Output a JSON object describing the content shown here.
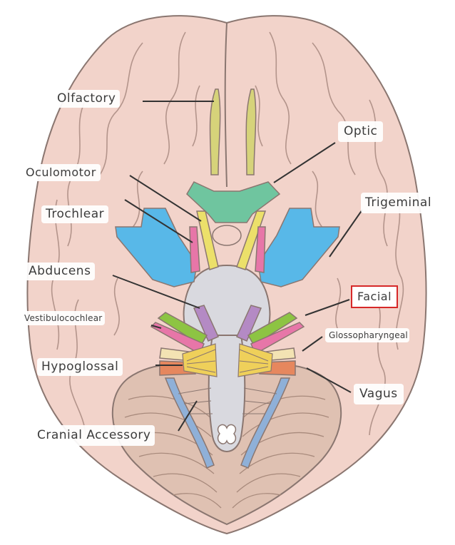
{
  "labels": {
    "olfactory": "Olfactory",
    "optic": "Optic",
    "oculomotor": "Oculomotor",
    "trochlear": "Trochlear",
    "trigeminal": "Trigeminal",
    "abducens": "Abducens",
    "facial": "Facial",
    "vestibulocochlear": "Vestibulocochlear",
    "glossopharyngeal": "Glossopharyngeal",
    "hypoglossal": "Hypoglossal",
    "vagus": "Vagus",
    "cranial_accessory": "Cranial Accessory"
  },
  "highlighted_label": "facial",
  "colors": {
    "brain": "#f2d3ca",
    "brain_outline": "#8a7670",
    "cerebellum": "#dfc1b2",
    "brainstem": "#d9d9df",
    "olfactory_nerve": "#d6d37a",
    "optic_chiasm": "#6fc59f",
    "trigeminal_nerve": "#58b8e8",
    "oculomotor_nerve": "#ece06a",
    "trochlear_abducens_nerve": "#b48ac4",
    "facial_nerve": "#8dc443",
    "vestibulocochlear_nerve": "#e776a8",
    "glossopharyngeal_nerve": "#f3e3b3",
    "vagus_nerve": "#e6875e",
    "hypoglossal_nerve": "#efd05a",
    "accessory_nerve": "#8fb0d8",
    "highlight": "#d62828"
  }
}
